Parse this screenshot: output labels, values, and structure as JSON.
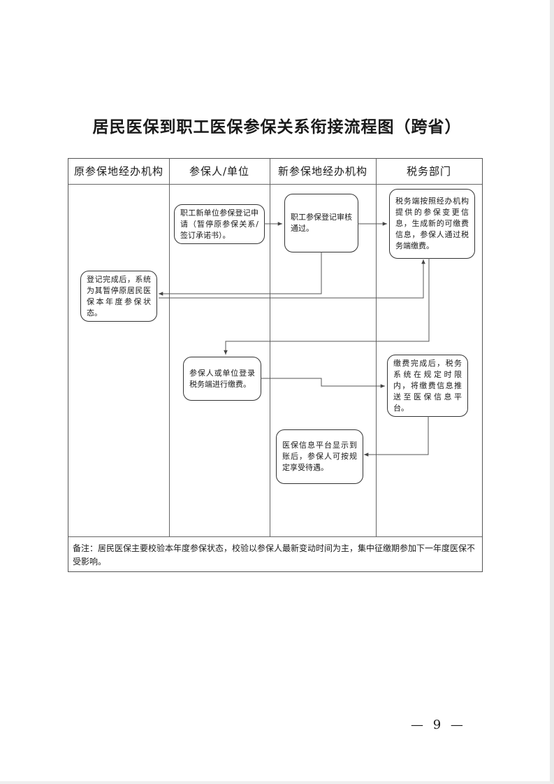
{
  "title": "居民医保到职工医保参保关系衔接流程图（跨省）",
  "columns": [
    "原参保地经办机构",
    "参保人/单位",
    "新参保地经办机构",
    "税务部门"
  ],
  "nodes": {
    "apply": "职工新单位参保登记申请（暂停原参保关系/签订承诺书）。",
    "review": "职工参保登记审核通过。",
    "tax_info": "税务端按照经办机构提供的参保变更信息，生成新的可缴费信息，参保人通过税务端缴费。",
    "suspend": "登记完成后，系统为其暂停原居民医保本年度参保状态。",
    "pay": "参保人或单位登录税务端进行缴费。",
    "push": "缴费完成后，税务系统在规定时限内，将缴费信息推送至医保信息平台。",
    "enjoy": "医保信息平台显示到账后，参保人可按规定享受待遇。"
  },
  "note": "备注：居民医保主要校验本年度参保状态，校验以参保人最新变动时间为主，集中征缴期参加下一年度医保不受影响。",
  "page_number": "— 9 —"
}
